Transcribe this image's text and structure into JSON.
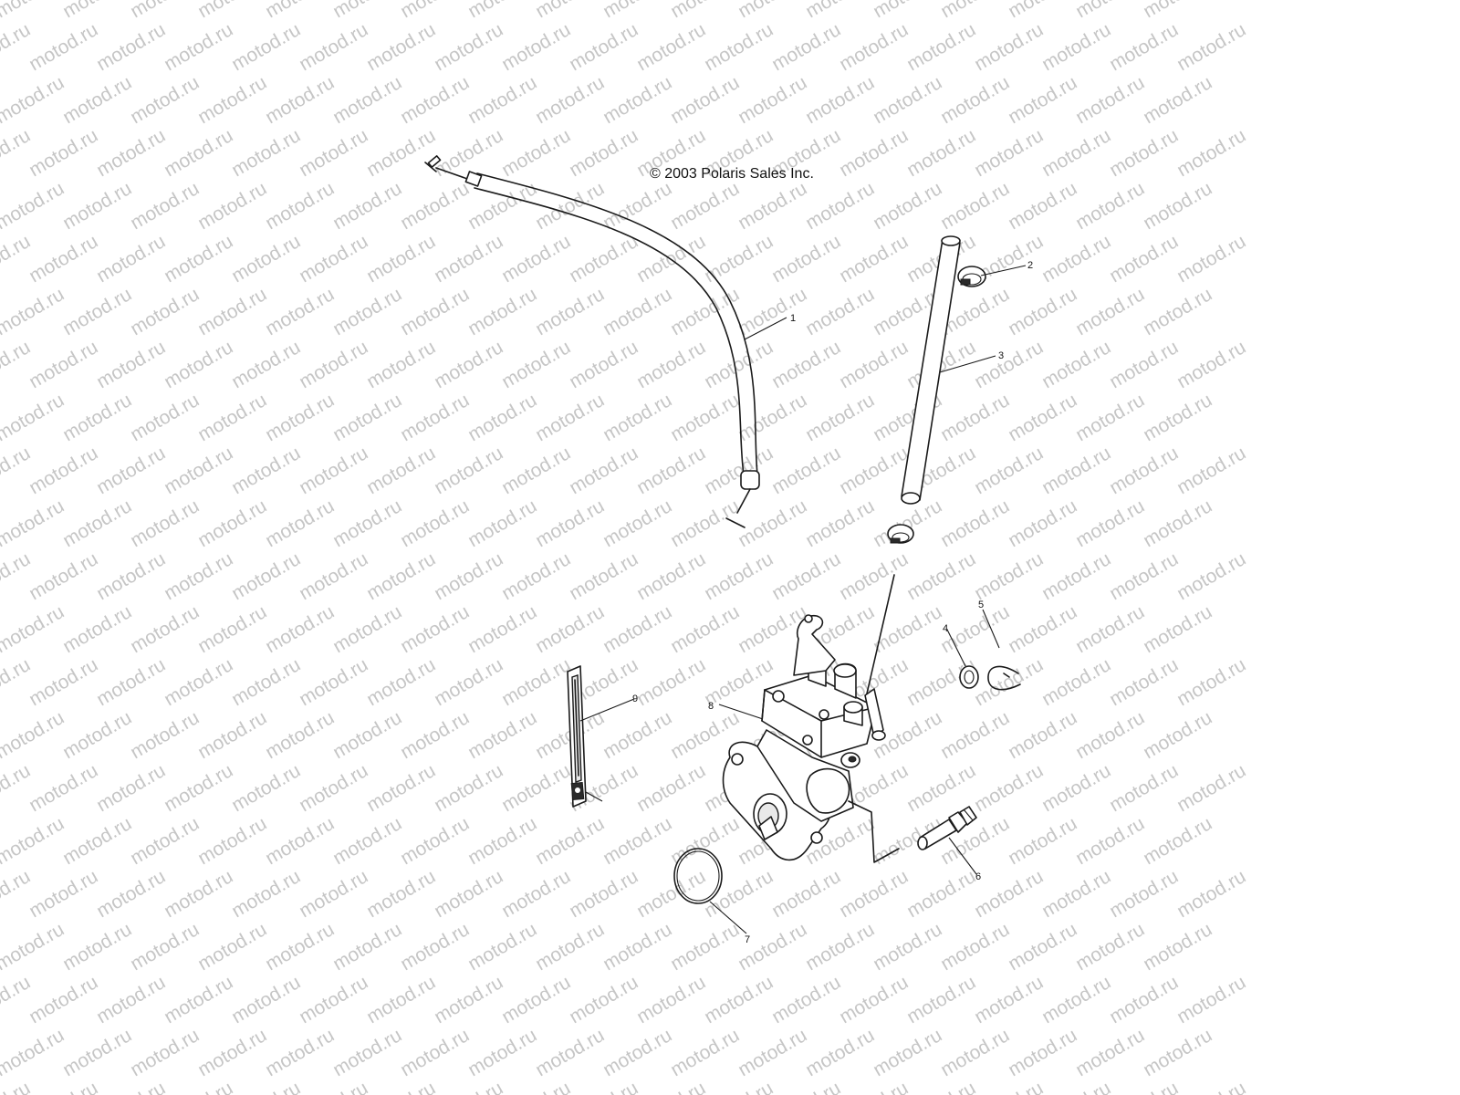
{
  "diagram": {
    "copyright": "© 2003 Polaris Sales Inc.",
    "watermark": "motod.ru",
    "callouts": [
      "1",
      "2",
      "3",
      "4",
      "5",
      "6",
      "7",
      "8",
      "9"
    ]
  }
}
